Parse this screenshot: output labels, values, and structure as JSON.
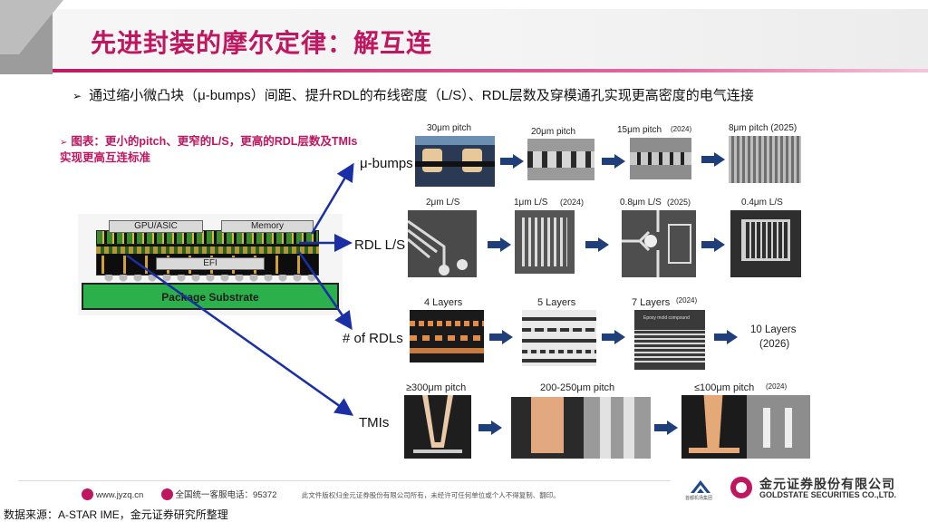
{
  "header": {
    "title": "先进封装的摩尔定律：解互连"
  },
  "main_bullet": {
    "arrow": "➢",
    "text": "通过缩小微凸块（μ-bumps）间距、提升RDL的布线密度（L/S）、RDL层数及穿模通孔实现更高密度的电气连接"
  },
  "figure_note": {
    "arrow": "➢",
    "text": "图表：更小的pitch、更窄的L/S，更高的RDL层数及TMIs实现更高互连标准"
  },
  "package": {
    "chip1": "GPU/ASIC",
    "chip2": "Memory",
    "bridge": "EFI",
    "substrate": "Package Substrate"
  },
  "rows": {
    "bumps": {
      "label": "μ-bumps",
      "items": [
        {
          "caption": "30μm pitch",
          "year": ""
        },
        {
          "caption": "20μm pitch",
          "year": ""
        },
        {
          "caption": "15μm pitch",
          "year": "(2024)"
        },
        {
          "caption": "8μm pitch (2025)",
          "year": ""
        }
      ]
    },
    "rdl": {
      "label": "RDL L/S",
      "items": [
        {
          "caption": "2μm L/S",
          "year": ""
        },
        {
          "caption": "1μm L/S",
          "year": "(2024)"
        },
        {
          "caption": "0.8μm L/S",
          "year": "(2025)"
        },
        {
          "caption": "0.4μm L/S",
          "year": ""
        }
      ]
    },
    "layers": {
      "label": "# of RDLs",
      "items": [
        {
          "caption": "4 Layers",
          "year": ""
        },
        {
          "caption": "5 Layers",
          "year": ""
        },
        {
          "caption": "7 Layers",
          "year": "(2024)"
        }
      ],
      "future": "10 Layers",
      "future_year": "(2026)",
      "inner_text": "Epoxy mold compound"
    },
    "tmi": {
      "label": "TMIs",
      "items": [
        {
          "caption": "≥300μm pitch",
          "year": ""
        },
        {
          "caption": "200-250μm pitch",
          "year": ""
        },
        {
          "caption": "≤100μm pitch",
          "year": "(2024)"
        }
      ]
    }
  },
  "footer": {
    "website": "www.jyzq.cn",
    "hotline": "全国统一客服电话：95372",
    "copyright": "此文件版权归金元证券股份有限公司所有，未经许可任何单位或个人不得复制、翻印。",
    "logo_cn": "金元证券股份有限公司",
    "logo_en": "GOLDSTATE SECURITIES CO.,LTD.",
    "logo_sub": "首都机场集团",
    "source": "数据来源：A-STAR IME，金元证券研究所整理"
  },
  "colors": {
    "brand": "#c0155f",
    "arrow": "#1f3f7a",
    "substrate": "#2bb04b"
  }
}
